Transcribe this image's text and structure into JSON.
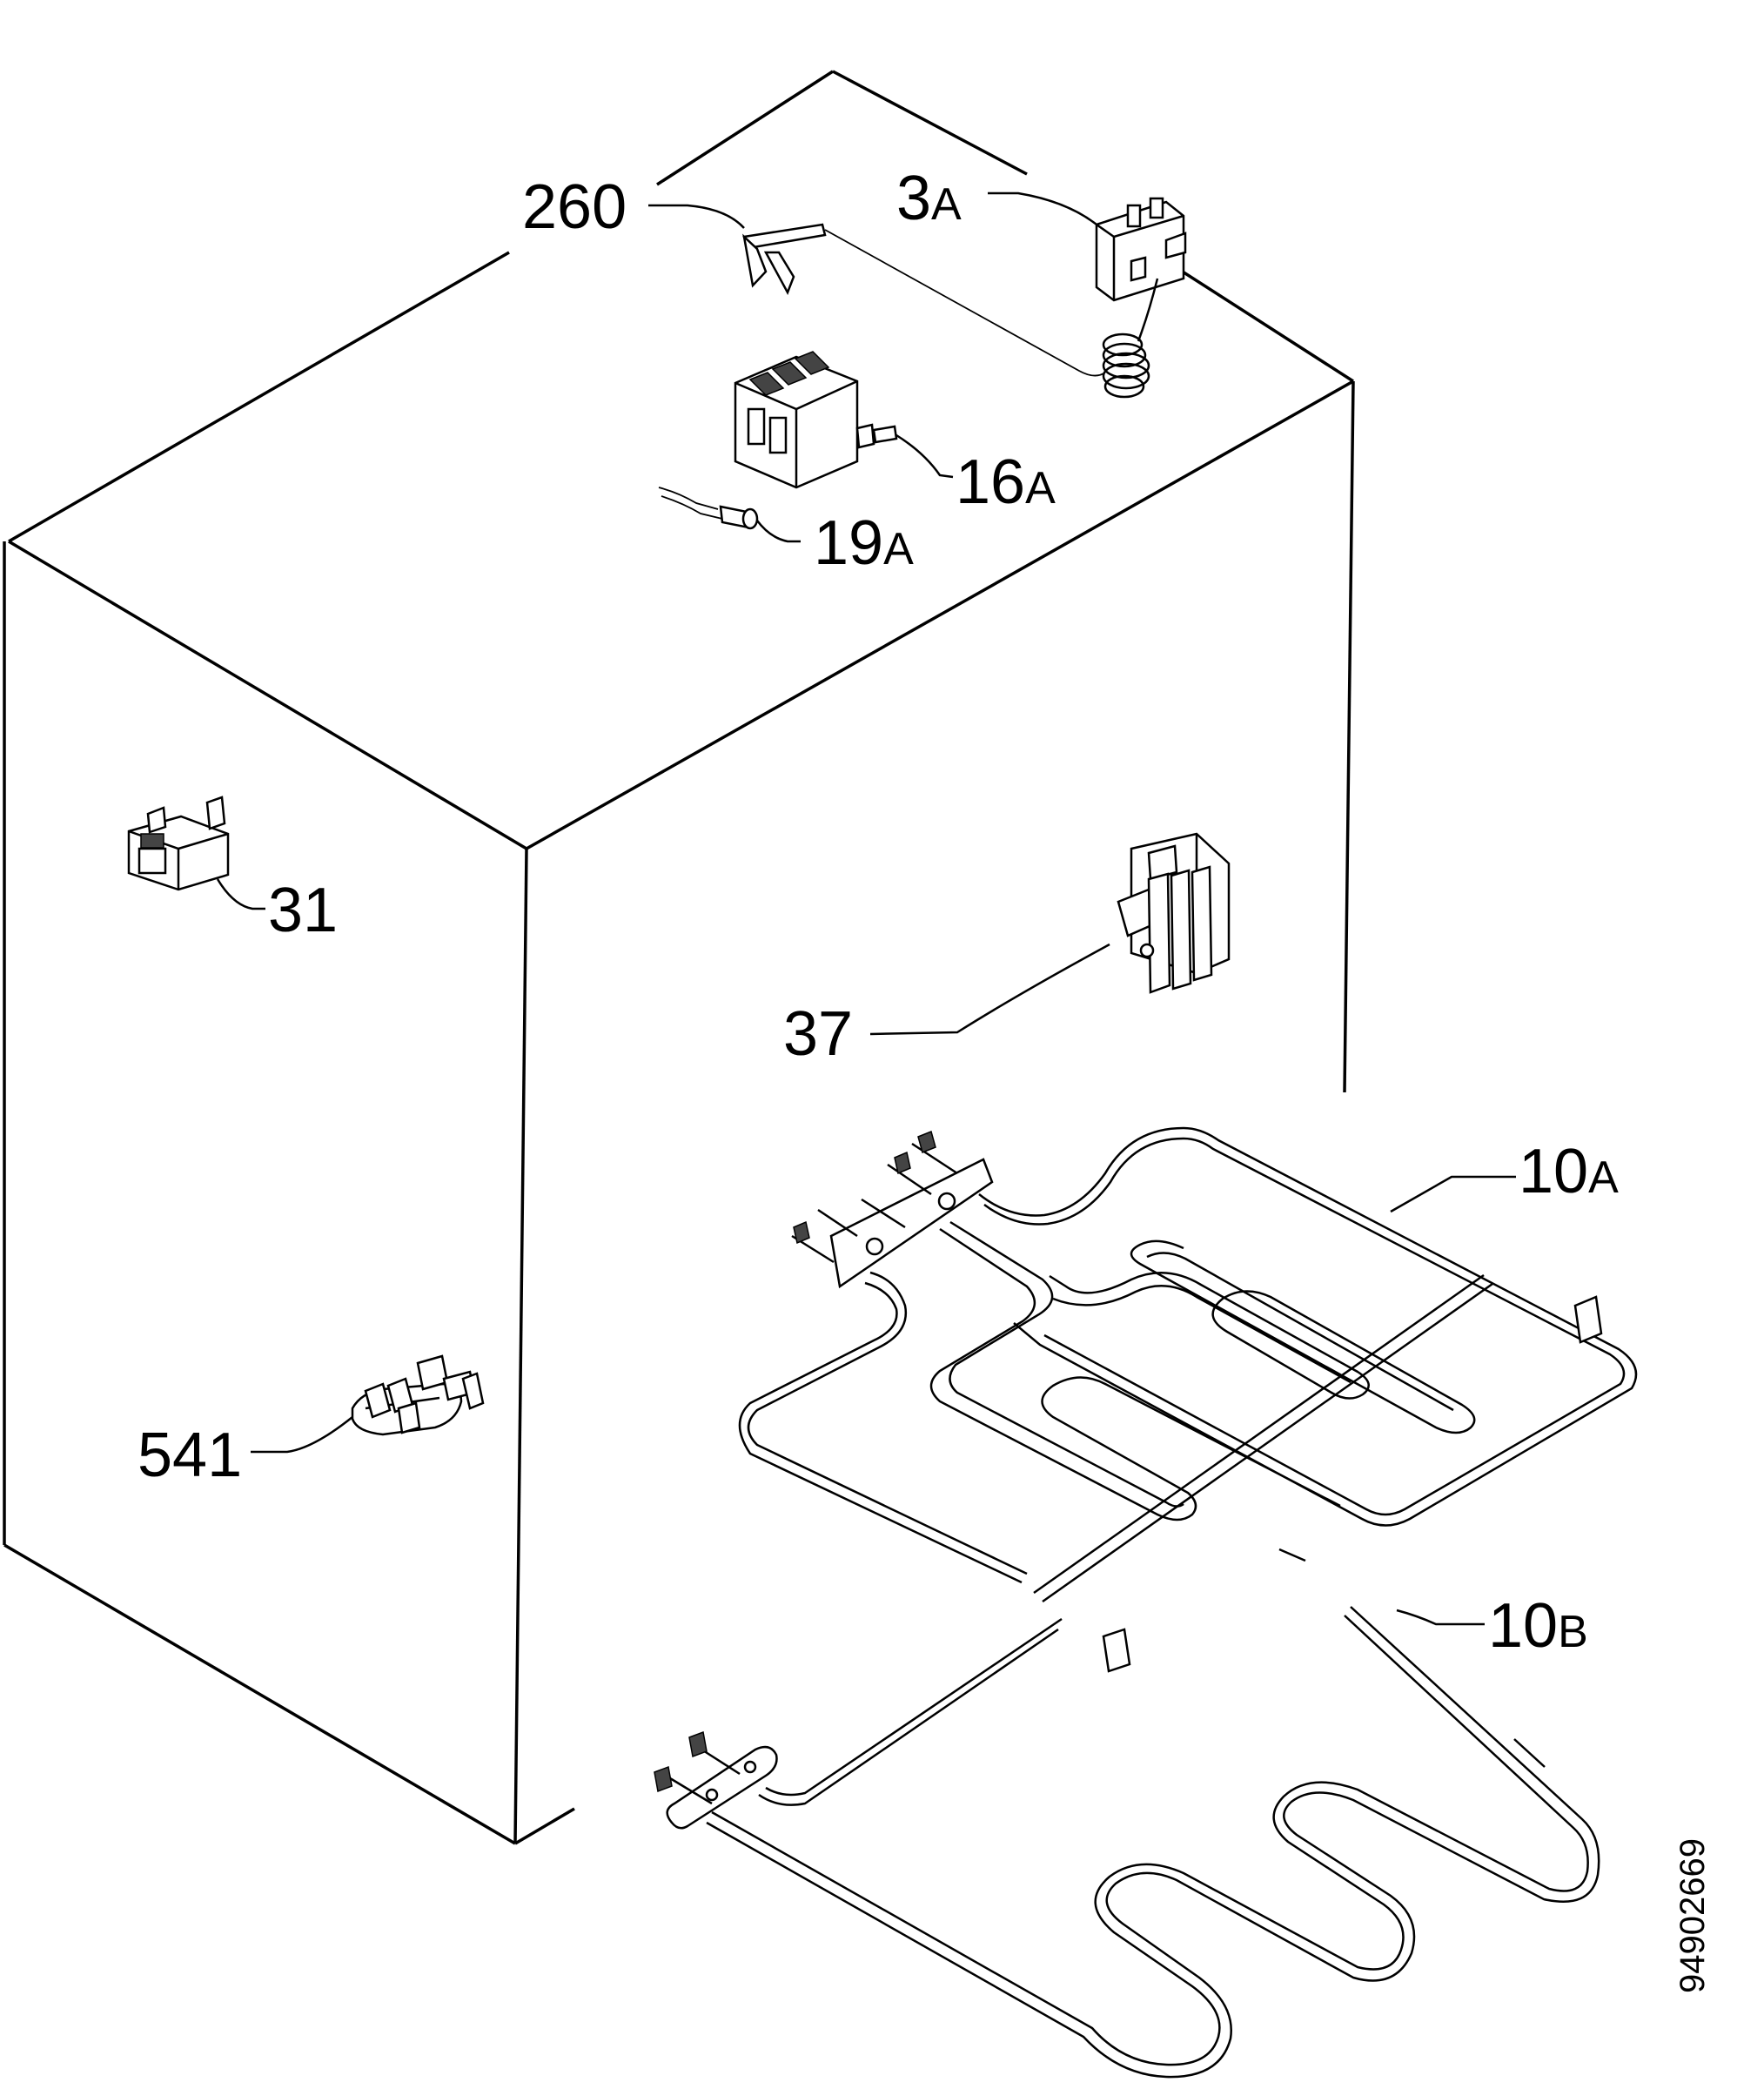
{
  "labels": {
    "l260": "260",
    "l3a_num": "3",
    "l3a_sub": "A",
    "l16a_num": "16",
    "l16a_sub": "A",
    "l19a_num": "19",
    "l19a_sub": "A",
    "l31": "31",
    "l37": "37",
    "l10a_num": "10",
    "l10a_sub": "A",
    "l10b_num": "10",
    "l10b_sub": "B",
    "l541": "541"
  },
  "document_number": "94902669"
}
